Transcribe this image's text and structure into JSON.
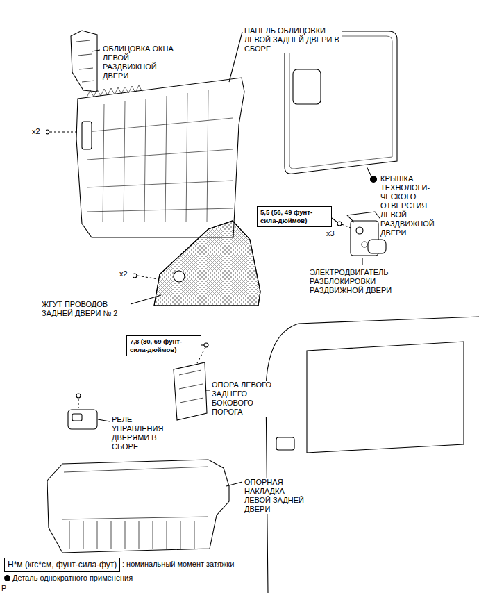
{
  "diagram": {
    "nodes": [
      {
        "text": [
          "5,5 (56, 49 фунт- сила-дюймов)"
        ]
      },
      {
        "text": [
          "7,8 (80, 69 фунт- сила-дюймов)"
        ]
      },
      {
        "text": [
          "Н*м (кгс*см, фунт-сила-фут)"
        ]
      }
    ],
    "labels": [
      "ОБЛИЦОВКА ОКНА ЛЕВОЙ РАЗДВИЖНОЙ ДВЕРИ",
      "ПАНЕЛЬ ОБЛИЦОВКИ ЛЕВОЙ ЗАДНЕЙ ДВЕРИ В СБОРЕ",
      "x2",
      "КРЫШКА ТЕХНОЛОГИ- ЧЕСКОГО ОТВЕРСТИЯ ЛЕВОЙ РАЗДВИЖНОЙ ДВЕРИ",
      "x3",
      "ЭЛЕКТРОДВИГАТЕЛЬ РАЗБЛОКИРОВКИ РАЗДВИЖНОЙ ДВЕРИ",
      "x2",
      "ЖГУТ ПРОВОДОВ ЗАДНЕЙ ДВЕРИ № 2",
      "ОПОРА ЛЕВОГО ЗАДНЕГО БОКОВОГО ПОРОГА",
      "РЕЛЕ УПРАВЛЕНИЯ ДВЕРЯМИ В СБОРЕ",
      "ОПОРНАЯ НАКЛАДКА ЛЕВОЙ ЗАДНЕЙ ДВЕРИ",
      ": номинальный момент затяжки",
      "P"
    ],
    "legend": [
      {
        "text": "Деталь однократного применения"
      }
    ]
  }
}
